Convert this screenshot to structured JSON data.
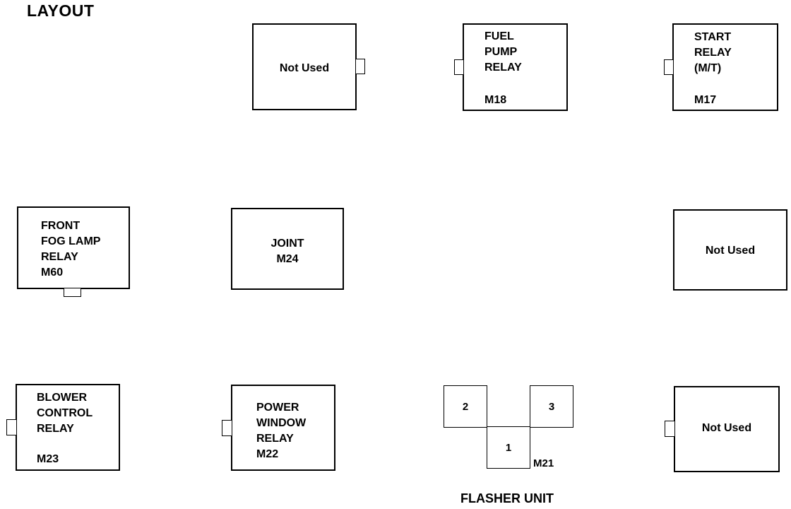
{
  "title": "LAYOUT",
  "relays": {
    "top_not_used": {
      "label": "Not Used"
    },
    "fuel_pump": {
      "lines": [
        "FUEL",
        "PUMP",
        "RELAY"
      ],
      "code": "M18"
    },
    "start_relay": {
      "lines": [
        "START",
        "RELAY",
        "(M/T)"
      ],
      "code": "M17"
    },
    "front_fog": {
      "lines": [
        "FRONT",
        "FOG LAMP",
        "RELAY",
        "M60"
      ]
    },
    "joint": {
      "lines": [
        "JOINT",
        "M24"
      ]
    },
    "mid_not_used": {
      "label": "Not Used"
    },
    "blower": {
      "lines": [
        "BLOWER",
        "CONTROL",
        "RELAY"
      ],
      "code": "M23"
    },
    "power_window": {
      "lines": [
        "POWER",
        "WINDOW",
        "RELAY",
        "M22"
      ]
    },
    "bottom_not_used": {
      "label": "Not Used"
    }
  },
  "flasher": {
    "pins": [
      "2",
      "3",
      "1"
    ],
    "code": "M21",
    "caption": "FLASHER UNIT"
  }
}
